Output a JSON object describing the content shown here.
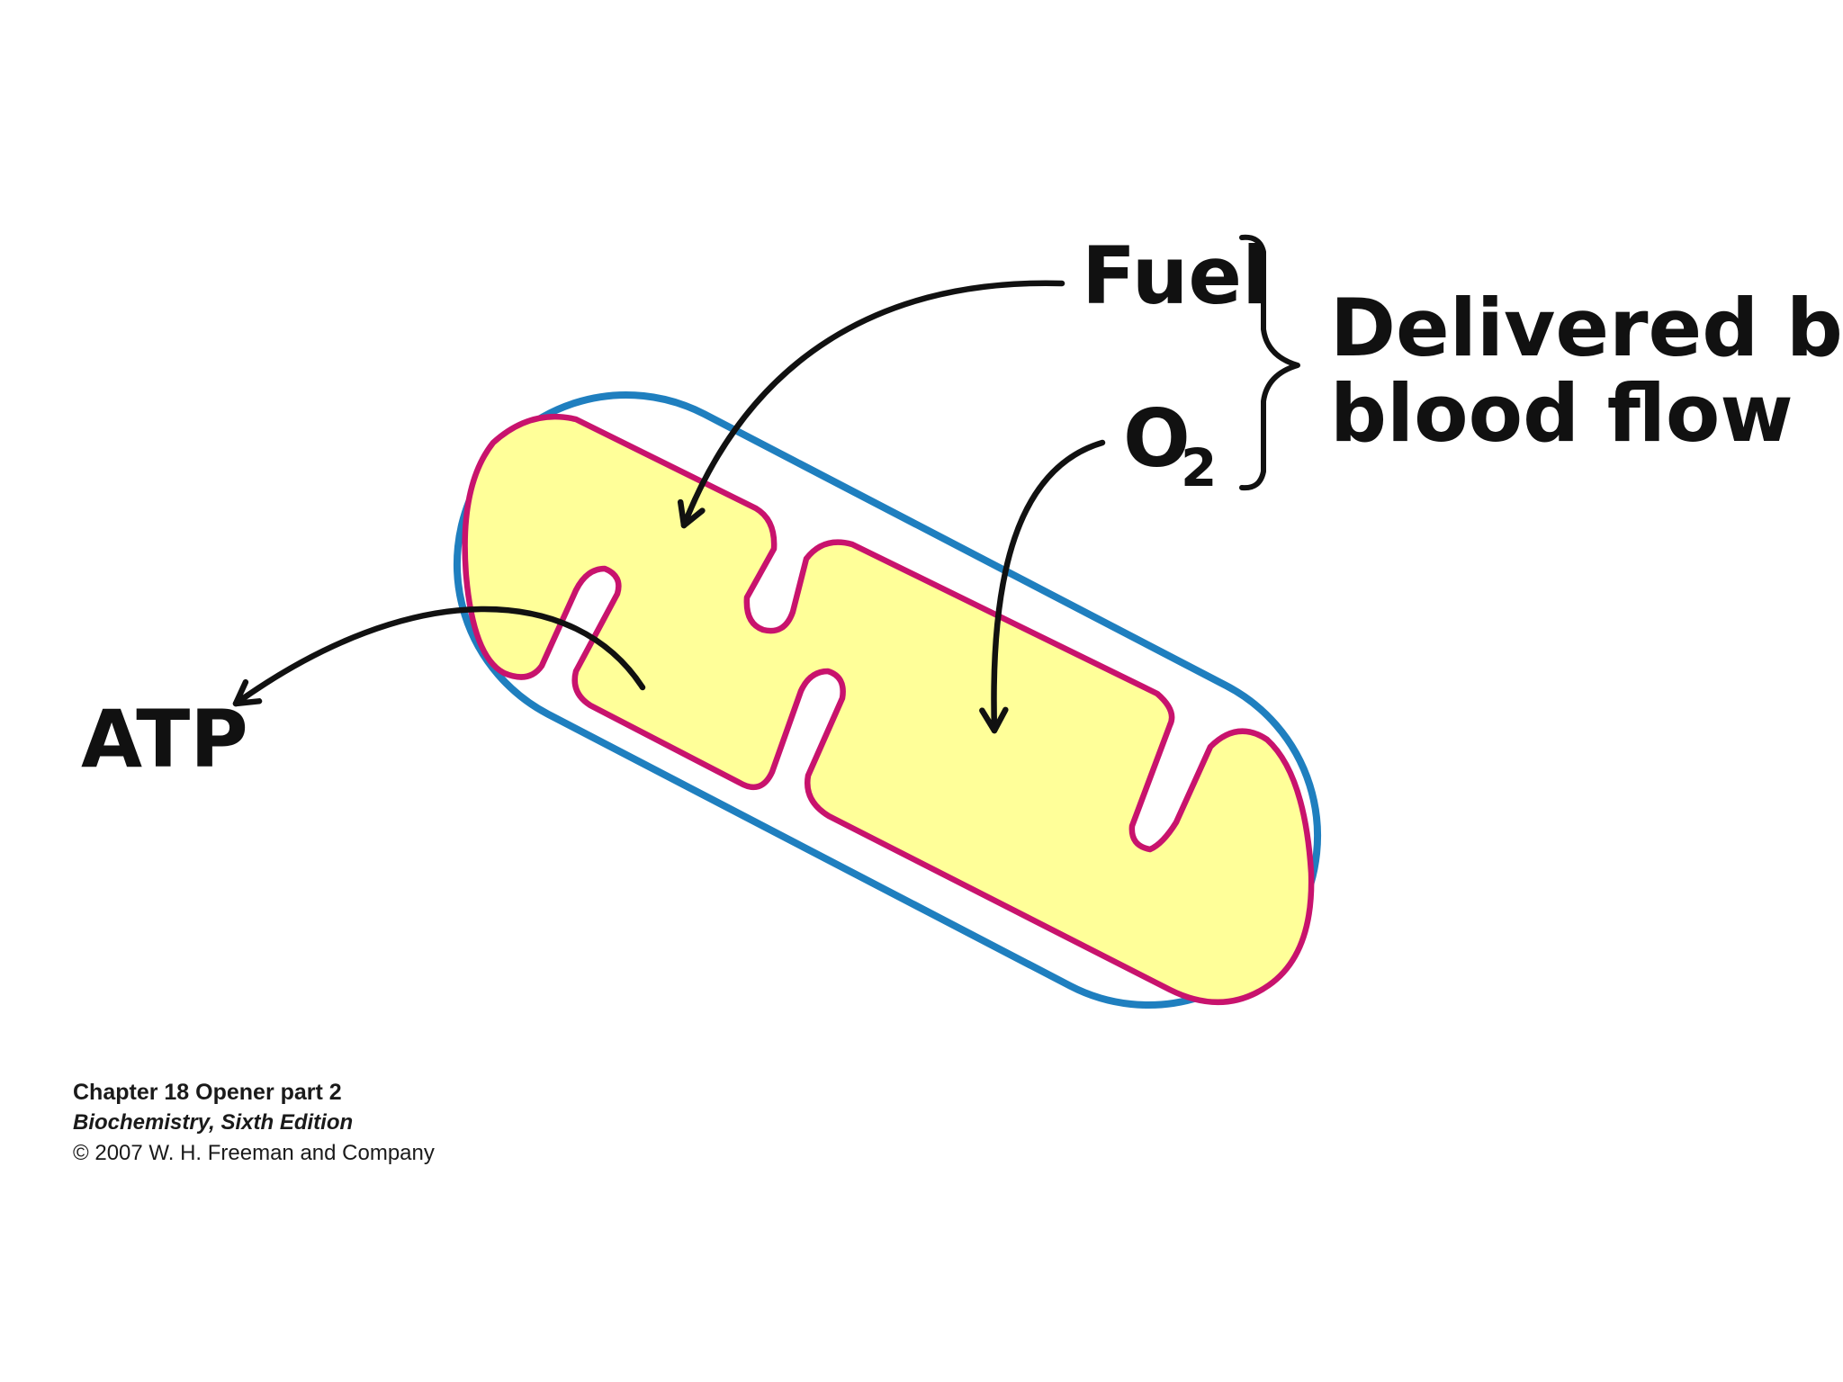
{
  "labels": {
    "fuel": "Fuel",
    "o2_main": "O",
    "o2_sub": "2",
    "delivered_line1": "Delivered by",
    "delivered_line2": "blood flow",
    "atp": "ATP"
  },
  "caption": {
    "line1": "Chapter 18 Opener part 2",
    "line2": "Biochemistry, Sixth Edition",
    "line3": "© 2007 W. H. Freeman and Company"
  },
  "colors": {
    "outer_membrane": "#1f7fbf",
    "inner_membrane": "#c8136d",
    "matrix": "#ffff99",
    "intermembrane_space": "#ffffff",
    "arrows": "#111111"
  }
}
